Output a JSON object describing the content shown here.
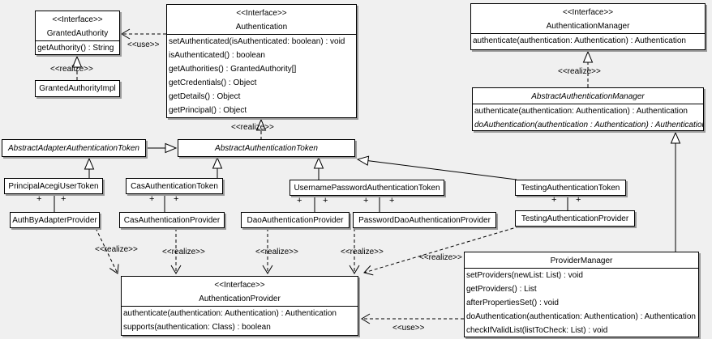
{
  "diagram": {
    "type": "uml-class-diagram",
    "colors": {
      "background": "#f0f0f0",
      "box_fill": "#ffffff",
      "line": "#000000",
      "shadow": "#9a9a9a"
    }
  },
  "classes": {
    "granted_authority": {
      "stereotype": "<<Interface>>",
      "name": "GrantedAuthority",
      "methods": [
        "getAuthority() : String"
      ]
    },
    "granted_authority_impl": {
      "name": "GrantedAuthorityImpl"
    },
    "authentication": {
      "stereotype": "<<Interface>>",
      "name": "Authentication",
      "methods": [
        "setAuthenticated(isAuthenticated: boolean) : void",
        "isAuthenticated() : boolean",
        "getAuthorities() : GrantedAuthority[]",
        "getCredentials() : Object",
        "getDetails() : Object",
        "getPrincipal() : Object"
      ]
    },
    "authentication_manager": {
      "stereotype": "<<Interface>>",
      "name": "AuthenticationManager",
      "methods": [
        "authenticate(authentication: Authentication) : Authentication"
      ]
    },
    "abstract_authentication_manager": {
      "name": "AbstractAuthenticationManager",
      "methods": [
        "authenticate(authentication: Authentication) : Authentication",
        "doAuthentication(authentication : Authentication) : Authentication"
      ]
    },
    "abstract_adapter_authentication_token": {
      "name": "AbstractAdapterAuthenticationToken"
    },
    "abstract_authentication_token": {
      "name": "AbstractAuthenticationToken"
    },
    "principal_acegi_user_token": {
      "name": "PrincipalAcegiUserToken"
    },
    "cas_authentication_token": {
      "name": "CasAuthenticationToken"
    },
    "username_password_authentication_token": {
      "name": "UsernamePasswordAuthenticationToken"
    },
    "testing_authentication_token": {
      "name": "TestingAuthenticationToken"
    },
    "auth_by_adapter_provider": {
      "name": "AuthByAdapterProvider"
    },
    "cas_authentication_provider": {
      "name": "CasAuthenticationProvider"
    },
    "dao_authentication_provider": {
      "name": "DaoAuthenticationProvider"
    },
    "password_dao_authentication_provider": {
      "name": "PasswordDaoAuthenticationProvider"
    },
    "testing_authentication_provider": {
      "name": "TestingAuthenticationProvider"
    },
    "authentication_provider": {
      "stereotype": "<<Interface>>",
      "name": "AuthenticationProvider",
      "methods": [
        "authenticate(authentication: Authentication) : Authentication",
        "supports(authentication: Class) : boolean"
      ]
    },
    "provider_manager": {
      "name": "ProviderManager",
      "methods": [
        "setProviders(newList: List) : void",
        "getProviders() : List",
        "afterPropertiesSet() : void",
        "doAuthentication(authentication: Authentication) : Authentication",
        "checkIfValidList(listToCheck: List) : void"
      ]
    }
  },
  "edge_labels": {
    "use": "<<use>>",
    "realize": "<<realize>>",
    "plus": "+"
  }
}
